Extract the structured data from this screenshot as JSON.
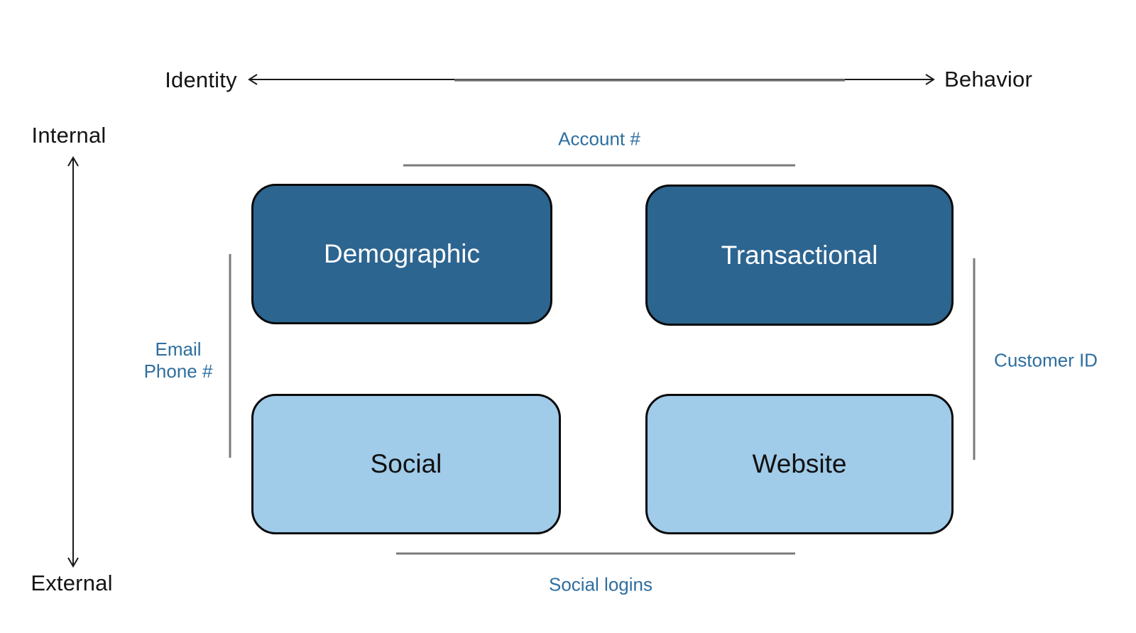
{
  "axes": {
    "horizontal": {
      "left": "Identity",
      "right": "Behavior"
    },
    "vertical": {
      "top": "Internal",
      "bottom": "External"
    }
  },
  "quadrants": {
    "top_left": {
      "label": "Demographic",
      "fill": "#2d6591",
      "text": "#ffffff"
    },
    "top_right": {
      "label": "Transactional",
      "fill": "#2d6591",
      "text": "#ffffff"
    },
    "bottom_left": {
      "label": "Social",
      "fill": "#a0cbe9",
      "text": "#111111"
    },
    "bottom_right": {
      "label": "Website",
      "fill": "#a0cbe9",
      "text": "#111111"
    }
  },
  "connectors": {
    "top": {
      "label": "Account #"
    },
    "left": {
      "line1": "Email",
      "line2": "Phone #"
    },
    "right": {
      "label": "Customer ID"
    },
    "bottom": {
      "label": "Social logins"
    }
  },
  "colors": {
    "dark_box": "#2d6591",
    "light_box": "#a0cbe9",
    "connector_label": "#2e6e9f",
    "connector_line": "#7b7b7b",
    "axis_line": "#1a1a1a",
    "axis_text": "#141414"
  }
}
